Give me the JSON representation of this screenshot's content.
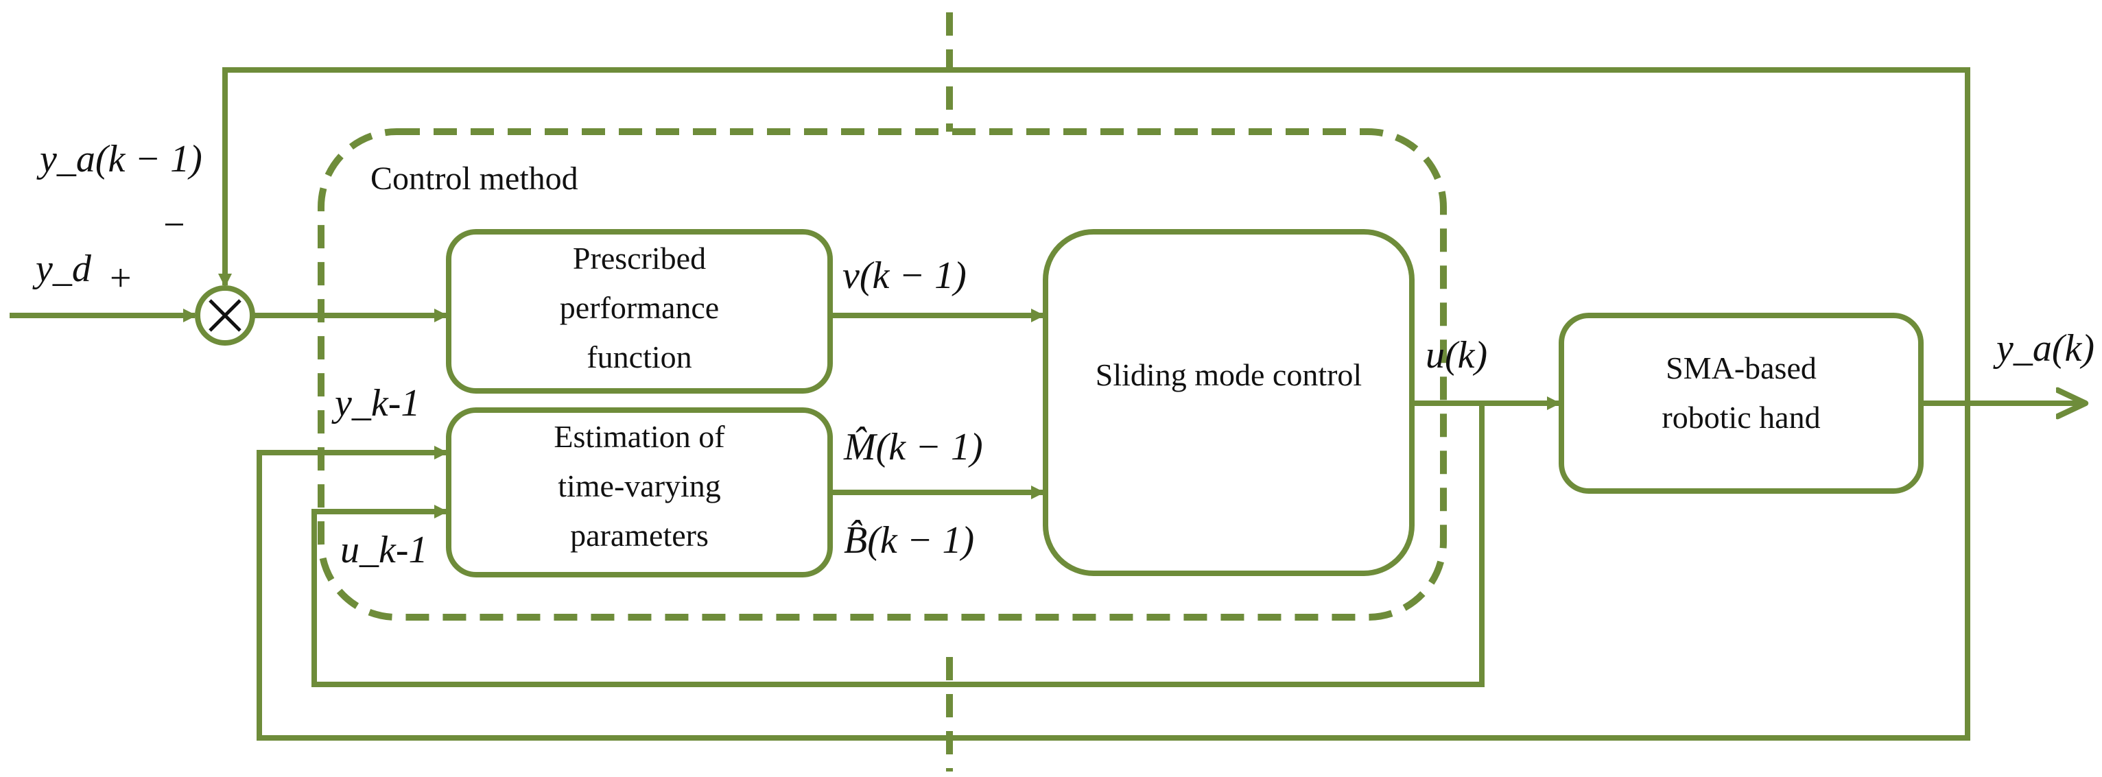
{
  "colors": {
    "line": "#6e8c3a",
    "text": "#111111",
    "background": "#ffffff"
  },
  "labels": {
    "control_method": "Control method",
    "ya_prev": "y_a(k − 1)",
    "yd": "y_d",
    "plus": "+",
    "minus": "−",
    "v_prev": "ν(k − 1)",
    "m_hat": "M̂(k − 1)",
    "b_hat": "B̂(k − 1)",
    "uk": "u(k)",
    "yk_prev": "y_k-1",
    "uk_prev": "u_k-1",
    "ya_out": "y_a(k)"
  },
  "blocks": {
    "prescribed": [
      "Prescribed",
      "performance",
      "function"
    ],
    "estimation": [
      "Estimation  of",
      "time-varying",
      "parameters"
    ],
    "smc": "Sliding  mode control",
    "sma": [
      "SMA-based",
      "robotic hand"
    ]
  },
  "icons": {
    "summing_junction": "circle-cross-icon"
  }
}
